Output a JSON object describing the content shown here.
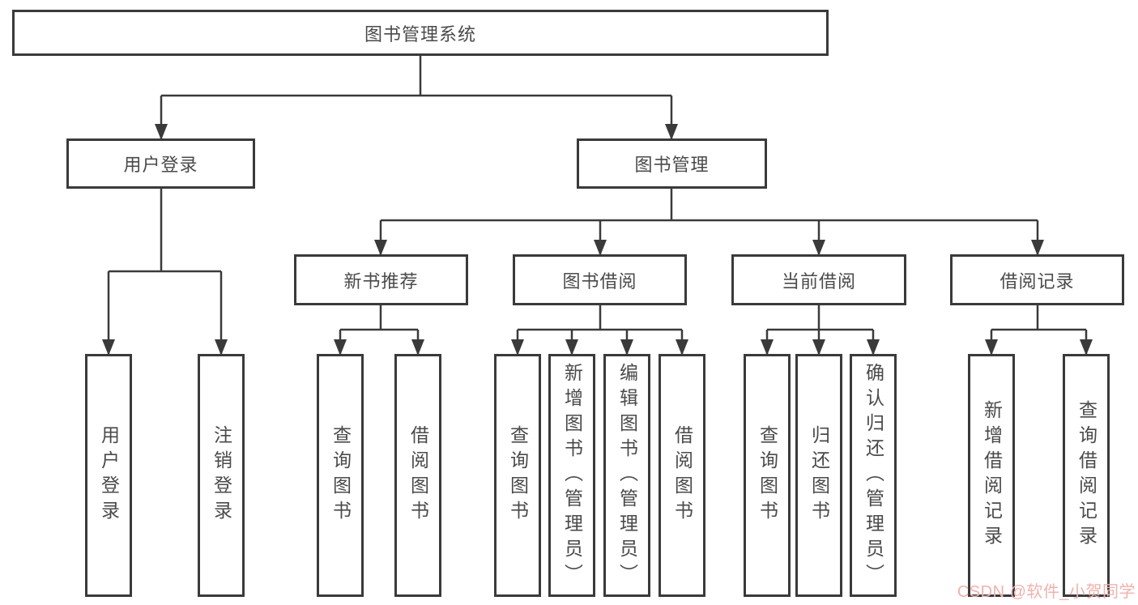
{
  "diagram": {
    "root": {
      "label": "图书管理系统"
    },
    "level2": [
      {
        "label": "用户登录",
        "children": [
          {
            "label": "用户登录"
          },
          {
            "label": "注销登录"
          }
        ]
      },
      {
        "label": "图书管理",
        "children": [
          {
            "label": "新书推荐",
            "children": [
              {
                "label": "查询图书"
              },
              {
                "label": "借阅图书"
              }
            ]
          },
          {
            "label": "图书借阅",
            "children": [
              {
                "label": "查询图书"
              },
              {
                "label": "新增图书（管理员）"
              },
              {
                "label": "编辑图书（管理员）"
              },
              {
                "label": "借阅图书"
              }
            ]
          },
          {
            "label": "当前借阅",
            "children": [
              {
                "label": "查询图书"
              },
              {
                "label": "归还图书"
              },
              {
                "label": "确认归还（管理员）"
              }
            ]
          },
          {
            "label": "借阅记录",
            "children": [
              {
                "label": "新增借阅记录"
              },
              {
                "label": "查询借阅记录"
              }
            ]
          }
        ]
      }
    ],
    "colors": {
      "line": "#3A3A3A",
      "box_border": "#3A3A3A",
      "text": "#4A4A4A",
      "background": "#FFFFFF"
    }
  },
  "watermark": {
    "text": "CSDN @软件_小贺同学",
    "color": "#EFB2AD"
  }
}
